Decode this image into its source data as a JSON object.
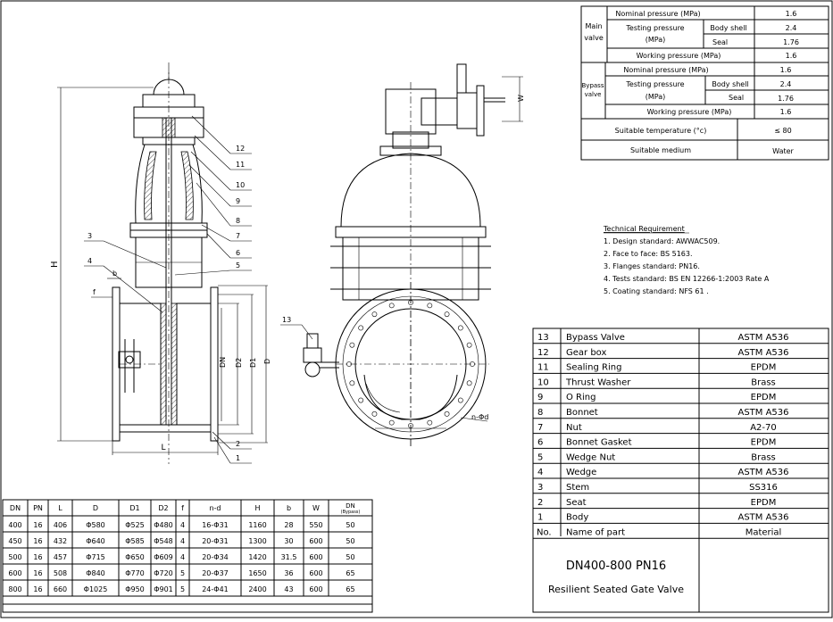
{
  "spec_table": {
    "main_label_1": "Main",
    "main_label_2": "valve",
    "nominal_pressure": "Nominal pressure (MPa)",
    "nominal_value": "1.6",
    "testing_pressure_1": "Testing pressure",
    "testing_pressure_2": "(MPa)",
    "body_shell": "Body shell",
    "body_shell_value": "2.4",
    "seal": "Seal",
    "seal_value": "1.76",
    "working_pressure": "Working pressure (MPa)",
    "working_value": "1.6",
    "bypass_label_1": "Bypass",
    "bypass_label_2": "valve",
    "bp_nominal_pressure": "Nominal pressure (MPa)",
    "bp_nominal_value": "1.6",
    "bp_testing_pressure_1": "Testing pressure",
    "bp_testing_pressure_2": "(MPa)",
    "bp_body_shell": "Body shell",
    "bp_body_shell_value": "2.4",
    "bp_seal": "Seal",
    "bp_seal_value": "1.76",
    "bp_working_pressure": "Working pressure (MPa)",
    "bp_working_value": "1.6",
    "temperature": "Suitable temperature (°c)",
    "temperature_value": "≤ 80",
    "medium": "Suitable medium",
    "medium_value": "Water"
  },
  "requirements": {
    "title": "Technical  Requirement",
    "items": [
      "1. Design standard: AWWAC509.",
      "2. Face to face: BS 5163.",
      "3. Flanges standard: PN16.",
      "4. Tests standard: BS EN 12266-1:2003 Rate A",
      "5. Coating standard: NFS 61 ."
    ]
  },
  "parts": {
    "rows": [
      [
        "13",
        "Bypass Valve",
        "ASTM A536"
      ],
      [
        "12",
        "Gear box",
        "ASTM A536"
      ],
      [
        "11",
        "Sealing Ring",
        "EPDM"
      ],
      [
        "10",
        "Thrust Washer",
        "Brass"
      ],
      [
        "9",
        "O Ring",
        "EPDM"
      ],
      [
        "8",
        "Bonnet",
        "ASTM A536"
      ],
      [
        "7",
        "Nut",
        "A2-70"
      ],
      [
        "6",
        "Bonnet Gasket",
        "EPDM"
      ],
      [
        "5",
        "Wedge Nut",
        "Brass"
      ],
      [
        "4",
        "Wedge",
        "ASTM A536"
      ],
      [
        "3",
        "Stem",
        "SS316"
      ],
      [
        "2",
        "Seat",
        "EPDM"
      ],
      [
        "1",
        "Body",
        "ASTM A536"
      ]
    ],
    "header": [
      "No.",
      "Name of part",
      "Material"
    ]
  },
  "title_block": {
    "line1": "DN400-800   PN16",
    "line2": "Resilient Seated Gate Valve"
  },
  "dimensions": {
    "header": [
      "DN",
      "PN",
      "L",
      "D",
      "D1",
      "D2",
      "f",
      "n-d",
      "H",
      "b",
      "W",
      "DN"
    ],
    "header_sub": "(Bypass)",
    "rows": [
      [
        "400",
        "16",
        "406",
        "Φ580",
        "Φ525",
        "Φ480",
        "4",
        "16-Φ31",
        "1160",
        "28",
        "550",
        "50"
      ],
      [
        "450",
        "16",
        "432",
        "Φ640",
        "Φ585",
        "Φ548",
        "4",
        "20-Φ31",
        "1300",
        "30",
        "600",
        "50"
      ],
      [
        "500",
        "16",
        "457",
        "Φ715",
        "Φ650",
        "Φ609",
        "4",
        "20-Φ34",
        "1420",
        "31.5",
        "600",
        "50"
      ],
      [
        "600",
        "16",
        "508",
        "Φ840",
        "Φ770",
        "Φ720",
        "5",
        "20-Φ37",
        "1650",
        "36",
        "600",
        "65"
      ],
      [
        "800",
        "16",
        "660",
        "Φ1025",
        "Φ950",
        "Φ901",
        "5",
        "24-Φ41",
        "2400",
        "43",
        "600",
        "65"
      ]
    ]
  },
  "drawing_labels": {
    "H": "H",
    "L": "L",
    "f": "f",
    "b": "b",
    "DN": "DN",
    "D2": "D2",
    "D1": "D1",
    "D": "D",
    "W": "W",
    "nd": "n-Φd",
    "callouts": [
      "12",
      "11",
      "10",
      "9",
      "8",
      "7",
      "6",
      "5",
      "3",
      "4",
      "2",
      "1",
      "13"
    ]
  }
}
